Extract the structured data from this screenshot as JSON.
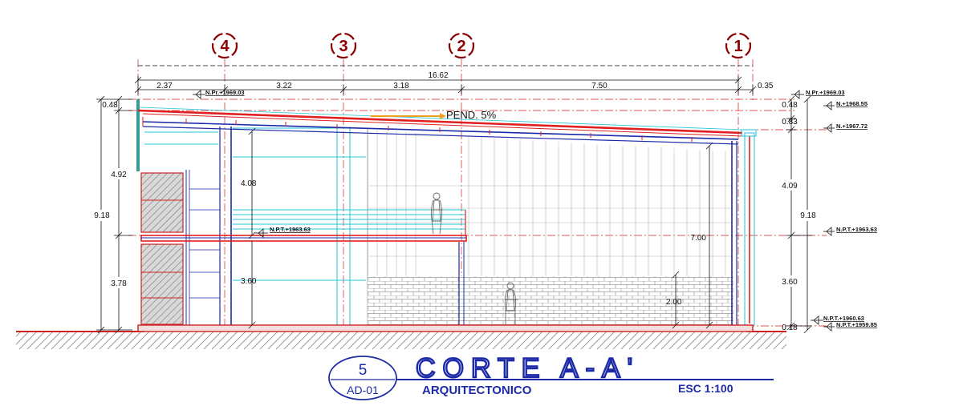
{
  "axes": [
    "4",
    "3",
    "2",
    "1"
  ],
  "slope_label": "PEND. 5%",
  "horizontal_dims": {
    "overall": "16.62",
    "segments": [
      "2.37",
      "3.22",
      "3.18",
      "7.50"
    ],
    "right_offset": "0.35"
  },
  "left_dims": {
    "total": "9.18",
    "top": "0.48",
    "upper": "4.92",
    "lower": "3.78"
  },
  "right_dims": {
    "total": "9.18",
    "top": "0.48",
    "second": "0.83",
    "upper": "4.09",
    "lower": "3.60",
    "bottom": "0.18"
  },
  "interior_dims": {
    "upper_height": "4.08",
    "lower_height": "3.60",
    "clear_height": "7.00",
    "wall_height": "2.00"
  },
  "levels": {
    "top_left": "N.Pr.+1969.03",
    "top_right": "N.Pr.+1969.03",
    "roof_1": "N.+1968.55",
    "roof_2": "N.+1967.72",
    "mezz_left": "N.P.T.+1963.63",
    "mezz_right": "N.P.T.+1963.63",
    "floor_1": "N.P.T.+1960.63",
    "floor_2": "N.P.T.+1959.85"
  },
  "title_block": {
    "number": "5",
    "sheet": "AD-01",
    "title": "CORTE A-A'",
    "subtitle": "ARQUITECTONICO",
    "scale": "ESC 1:100"
  }
}
